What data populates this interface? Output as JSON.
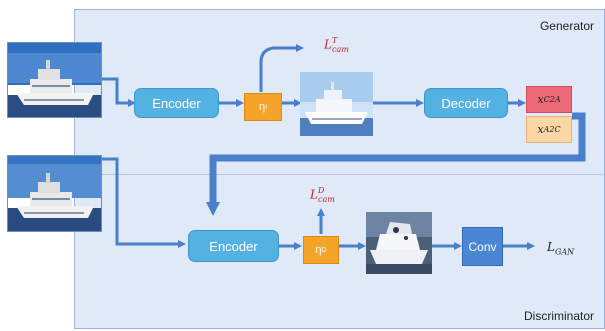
{
  "labels": {
    "generator": "Generator",
    "discriminator": "Discriminator"
  },
  "blocks": {
    "encoder_top": "Encoder",
    "encoder_bottom": "Encoder",
    "decoder": "Decoder",
    "conv": "Conv",
    "eta_top": "η",
    "eta_top_sub": "I",
    "eta_bottom": "η",
    "eta_bottom_sub": "D"
  },
  "outputs": {
    "x_c2a_base": "x",
    "x_c2a_sub": "C2A",
    "x_a2c_base": "x",
    "x_a2c_sub": "A2C"
  },
  "losses": {
    "cam_t_base": "L",
    "cam_t_sup": "T",
    "cam_t_sub": "cam",
    "cam_d_base": "L",
    "cam_d_sup": "D",
    "cam_d_sub": "cam",
    "gan_base": "L",
    "gan_sub": "GAN"
  },
  "colors": {
    "panel": "#dfe9f8",
    "arrow": "#4a7fc9",
    "encoder": "#54b2e3",
    "eta": "#f5a42a",
    "conv": "#4a86d4",
    "x_c2a": "#ee6a78",
    "x_a2c": "#fbd7a6",
    "loss_text": "#c0282a"
  },
  "images": [
    {
      "semantic": "ship-photo-input-top"
    },
    {
      "semantic": "ship-photo-input-bottom"
    },
    {
      "semantic": "ship-attention-map"
    },
    {
      "semantic": "ship-discriminator-map"
    }
  ]
}
